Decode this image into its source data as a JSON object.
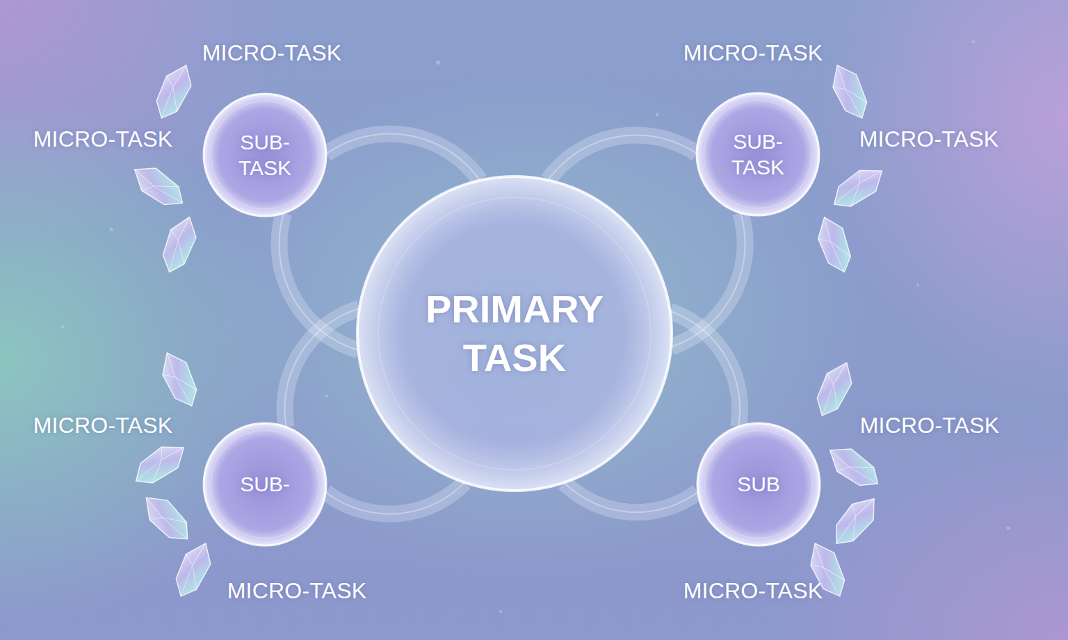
{
  "diagram": {
    "nodes": [
      {
        "text": [
          "PRIMARY TASK"
        ]
      },
      {
        "text": [
          "SUB- TASK"
        ]
      },
      {
        "text": [
          "SUB- TASK"
        ]
      },
      {
        "text": [
          "SUB-"
        ]
      },
      {
        "text": [
          "SUB"
        ]
      }
    ],
    "edges": [
      {
        "from": 0,
        "to": 1,
        "arrow": "none"
      },
      {
        "from": 0,
        "to": 2,
        "arrow": "none"
      },
      {
        "from": 0,
        "to": 3,
        "arrow": "none"
      },
      {
        "from": 0,
        "to": 4,
        "arrow": "none"
      }
    ],
    "labels": [
      "MICRO-TASK",
      "MICRO-TASK",
      "MICRO-TASK",
      "MICRO-TASK",
      "MICRO-TASK",
      "MICRO-TASK",
      "MICRO-TASK",
      "MICRO-TASK"
    ]
  }
}
